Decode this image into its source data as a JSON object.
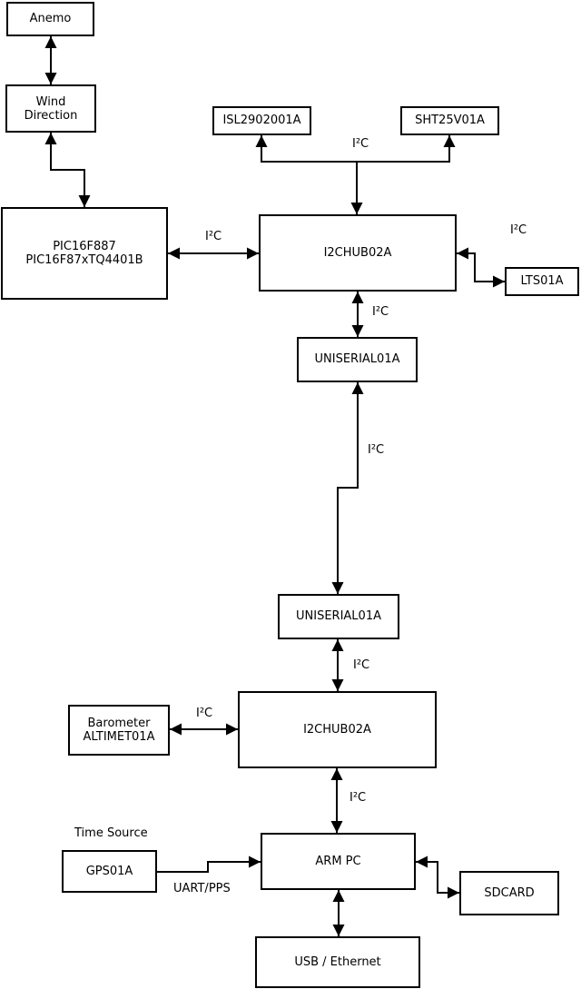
{
  "diagram": {
    "colors": {
      "line": "#000000",
      "box_fill": "#ffffff",
      "background": "#ffffff",
      "text": "#000000"
    },
    "nodes": {
      "anemo": {
        "label": "Anemo"
      },
      "wind_direction": {
        "line1": "Wind",
        "line2": "Direction"
      },
      "pic_mcu": {
        "line1": "PIC16F887",
        "line2": "PIC16F87xTQ4401B"
      },
      "isl2902001a": {
        "label": "ISL2902001A"
      },
      "sht25v01a": {
        "label": "SHT25V01A"
      },
      "i2chub_top": {
        "label": "I2CHUB02A"
      },
      "lts01a": {
        "label": "LTS01A"
      },
      "uniserial_top": {
        "label": "UNISERIAL01A"
      },
      "uniserial_bottom": {
        "label": "UNISERIAL01A"
      },
      "barometer": {
        "line1": "Barometer",
        "line2": "ALTIMET01A"
      },
      "i2chub_bottom": {
        "label": "I2CHUB02A"
      },
      "arm_pc": {
        "label": "ARM PC"
      },
      "gps01a": {
        "label": "GPS01A"
      },
      "sdcard": {
        "label": "SDCARD"
      },
      "usb_ethernet": {
        "label": "USB / Ethernet"
      }
    },
    "labels": {
      "bus_top": "I²C",
      "bus_pic_hub": "I²C",
      "bus_hub_lts": "I²C",
      "bus_hub_uniserial": "I²C",
      "bus_uniserial_link": "I²C",
      "bus_uniserial_hub2": "I²C",
      "bus_barometer_hub2": "I²C",
      "bus_hub2_armpc": "I²C",
      "time_source": "Time Source",
      "uart_pps": "UART/PPS"
    }
  }
}
